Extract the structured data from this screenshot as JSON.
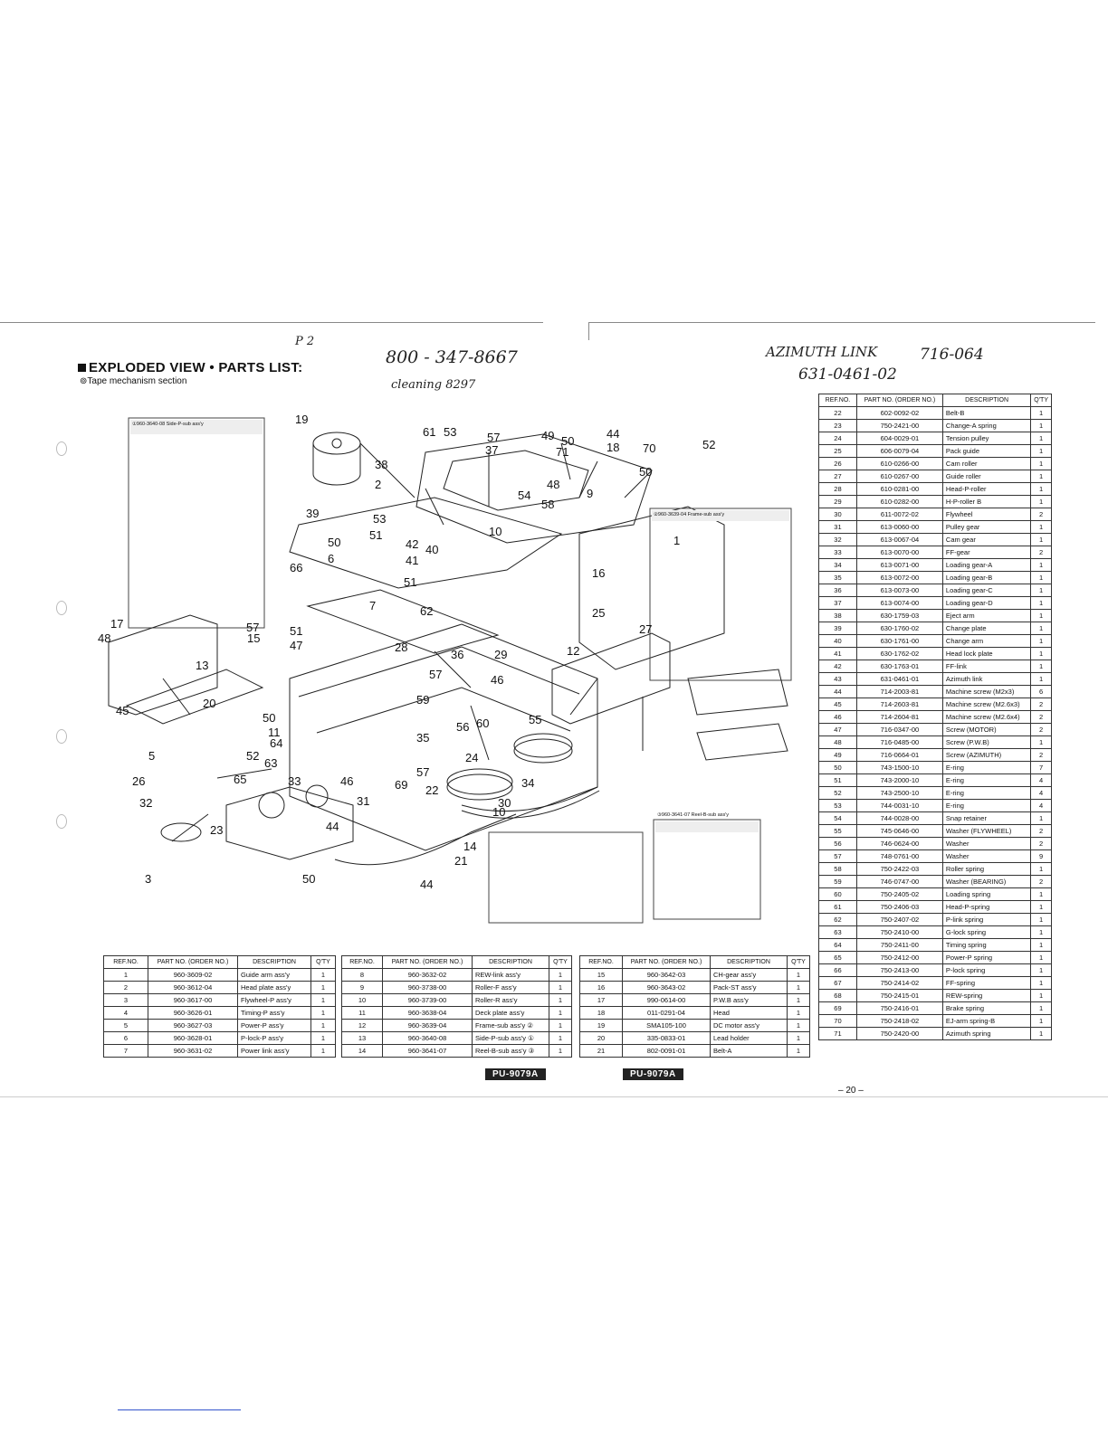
{
  "header": {
    "title": "EXPLODED VIEW • PARTS LIST:",
    "subtitle": "⊚Tape mechanism section"
  },
  "handwritten": {
    "note_p2": "P 2",
    "phone": "800 - 347-8667",
    "cleaning": "cleaning 8297",
    "azimuth_link": "AZIMUTH LINK",
    "azimuth_code": "716-064",
    "azimuth_part": "631-0461-02"
  },
  "table_headers": {
    "ref": "REF.NO.",
    "part": "PART NO. (ORDER NO.)",
    "desc": "DESCRIPTION",
    "qty": "Q'TY"
  },
  "table_a": [
    {
      "ref": "1",
      "part": "960-3609-02",
      "desc": "Guide arm ass'y",
      "qty": "1"
    },
    {
      "ref": "2",
      "part": "960-3612-04",
      "desc": "Head plate ass'y",
      "qty": "1"
    },
    {
      "ref": "3",
      "part": "960-3617-00",
      "desc": "Flywheel-P ass'y",
      "qty": "1"
    },
    {
      "ref": "4",
      "part": "960-3626-01",
      "desc": "Timing-P ass'y",
      "qty": "1"
    },
    {
      "ref": "5",
      "part": "960-3627-03",
      "desc": "Power-P ass'y",
      "qty": "1"
    },
    {
      "ref": "6",
      "part": "960-3628-01",
      "desc": "P-lock-P ass'y",
      "qty": "1"
    },
    {
      "ref": "7",
      "part": "960-3631-02",
      "desc": "Power link ass'y",
      "qty": "1"
    }
  ],
  "table_b": [
    {
      "ref": "8",
      "part": "960-3632-02",
      "desc": "REW-link ass'y",
      "qty": "1"
    },
    {
      "ref": "9",
      "part": "960-3738-00",
      "desc": "Roller-F ass'y",
      "qty": "1"
    },
    {
      "ref": "10",
      "part": "960-3739-00",
      "desc": "Roller-R ass'y",
      "qty": "1"
    },
    {
      "ref": "11",
      "part": "960-3638-04",
      "desc": "Deck plate ass'y",
      "qty": "1"
    },
    {
      "ref": "12",
      "part": "960-3639-04",
      "desc": "Frame-sub ass'y ②",
      "qty": "1"
    },
    {
      "ref": "13",
      "part": "960-3640-08",
      "desc": "Side-P-sub ass'y ①",
      "qty": "1"
    },
    {
      "ref": "14",
      "part": "960-3641-07",
      "desc": "Reel-B-sub ass'y ③",
      "qty": "1"
    }
  ],
  "table_c": [
    {
      "ref": "15",
      "part": "960-3642-03",
      "desc": "CH-gear ass'y",
      "qty": "1"
    },
    {
      "ref": "16",
      "part": "960-3643-02",
      "desc": "Pack-ST ass'y",
      "qty": "1"
    },
    {
      "ref": "17",
      "part": "990-0614-00",
      "desc": "P.W.B ass'y",
      "qty": "1"
    },
    {
      "ref": "18",
      "part": "011-0291-04",
      "desc": "Head",
      "qty": "1"
    },
    {
      "ref": "19",
      "part": "SMA105-100",
      "desc": "DC motor ass'y",
      "qty": "1"
    },
    {
      "ref": "20",
      "part": "335-0833-01",
      "desc": "Lead holder",
      "qty": "1"
    },
    {
      "ref": "21",
      "part": "802-0091-01",
      "desc": "Belt-A",
      "qty": "1"
    }
  ],
  "table_d": [
    {
      "ref": "22",
      "part": "602-0092-02",
      "desc": "Belt-B",
      "qty": "1"
    },
    {
      "ref": "23",
      "part": "750-2421-00",
      "desc": "Change-A spring",
      "qty": "1"
    },
    {
      "ref": "24",
      "part": "604-0029-01",
      "desc": "Tension pulley",
      "qty": "1"
    },
    {
      "ref": "25",
      "part": "606-0079-04",
      "desc": "Pack guide",
      "qty": "1"
    },
    {
      "ref": "26",
      "part": "610-0266-00",
      "desc": "Cam roller",
      "qty": "1"
    },
    {
      "ref": "27",
      "part": "610-0267-00",
      "desc": "Guide roller",
      "qty": "1"
    },
    {
      "ref": "28",
      "part": "610-0281-00",
      "desc": "Head-P-roller",
      "qty": "1"
    },
    {
      "ref": "29",
      "part": "610-0282-00",
      "desc": "H-P-roller B",
      "qty": "1"
    },
    {
      "ref": "30",
      "part": "611-0072-02",
      "desc": "Flywheel",
      "qty": "2"
    },
    {
      "ref": "31",
      "part": "613-0060-00",
      "desc": "Pulley gear",
      "qty": "1"
    },
    {
      "ref": "32",
      "part": "613-0067-04",
      "desc": "Cam gear",
      "qty": "1"
    },
    {
      "ref": "33",
      "part": "613-0070-00",
      "desc": "FF-gear",
      "qty": "2"
    },
    {
      "ref": "34",
      "part": "613-0071-00",
      "desc": "Loading gear-A",
      "qty": "1"
    },
    {
      "ref": "35",
      "part": "613-0072-00",
      "desc": "Loading gear-B",
      "qty": "1"
    },
    {
      "ref": "36",
      "part": "613-0073-00",
      "desc": "Loading gear-C",
      "qty": "1"
    },
    {
      "ref": "37",
      "part": "613-0074-00",
      "desc": "Loading gear-D",
      "qty": "1"
    },
    {
      "ref": "38",
      "part": "630-1759-03",
      "desc": "Eject arm",
      "qty": "1"
    },
    {
      "ref": "39",
      "part": "630-1760-02",
      "desc": "Change plate",
      "qty": "1"
    },
    {
      "ref": "40",
      "part": "630-1761-00",
      "desc": "Change arm",
      "qty": "1"
    },
    {
      "ref": "41",
      "part": "630-1762-02",
      "desc": "Head lock plate",
      "qty": "1"
    },
    {
      "ref": "42",
      "part": "630-1763-01",
      "desc": "FF-link",
      "qty": "1"
    },
    {
      "ref": "43",
      "part": "631-0461-01",
      "desc": "Azimuth link",
      "qty": "1"
    },
    {
      "ref": "44",
      "part": "714-2003-81",
      "desc": "Machine screw (M2x3)",
      "qty": "6"
    },
    {
      "ref": "45",
      "part": "714-2603-81",
      "desc": "Machine screw (M2.6x3)",
      "qty": "2"
    },
    {
      "ref": "46",
      "part": "714-2604-81",
      "desc": "Machine screw (M2.6x4)",
      "qty": "2"
    },
    {
      "ref": "47",
      "part": "716-0347-00",
      "desc": "Screw (MOTOR)",
      "qty": "2"
    },
    {
      "ref": "48",
      "part": "716-0485-00",
      "desc": "Screw (P.W.B)",
      "qty": "1"
    },
    {
      "ref": "49",
      "part": "716-0664-01",
      "desc": "Screw (AZIMUTH)",
      "qty": "2"
    },
    {
      "ref": "50",
      "part": "743-1500-10",
      "desc": "E-ring",
      "qty": "7"
    },
    {
      "ref": "51",
      "part": "743-2000-10",
      "desc": "E-ring",
      "qty": "4"
    },
    {
      "ref": "52",
      "part": "743-2500-10",
      "desc": "E-ring",
      "qty": "4"
    },
    {
      "ref": "53",
      "part": "744-0031-10",
      "desc": "E-ring",
      "qty": "4"
    },
    {
      "ref": "54",
      "part": "744-0028-00",
      "desc": "Snap retainer",
      "qty": "1"
    },
    {
      "ref": "55",
      "part": "745-0646-00",
      "desc": "Washer (FLYWHEEL)",
      "qty": "2"
    },
    {
      "ref": "56",
      "part": "746-0624-00",
      "desc": "Washer",
      "qty": "2"
    },
    {
      "ref": "57",
      "part": "748-0761-00",
      "desc": "Washer",
      "qty": "9"
    },
    {
      "ref": "58",
      "part": "750-2422-03",
      "desc": "Roller spring",
      "qty": "1"
    },
    {
      "ref": "59",
      "part": "746-0747-00",
      "desc": "Washer (BEARING)",
      "qty": "2"
    },
    {
      "ref": "60",
      "part": "750-2405-02",
      "desc": "Loading spring",
      "qty": "1"
    },
    {
      "ref": "61",
      "part": "750-2406-03",
      "desc": "Head-P-spring",
      "qty": "1"
    },
    {
      "ref": "62",
      "part": "750-2407-02",
      "desc": "P-link spring",
      "qty": "1"
    },
    {
      "ref": "63",
      "part": "750-2410-00",
      "desc": "G-lock spring",
      "qty": "1"
    },
    {
      "ref": "64",
      "part": "750-2411-00",
      "desc": "Timing spring",
      "qty": "1"
    },
    {
      "ref": "65",
      "part": "750-2412-00",
      "desc": "Power-P spring",
      "qty": "1"
    },
    {
      "ref": "66",
      "part": "750-2413-00",
      "desc": "P-lock spring",
      "qty": "1"
    },
    {
      "ref": "67",
      "part": "750-2414-02",
      "desc": "FF-spring",
      "qty": "1"
    },
    {
      "ref": "68",
      "part": "750-2415-01",
      "desc": "REW-spring",
      "qty": "1"
    },
    {
      "ref": "69",
      "part": "750-2416-01",
      "desc": "Brake spring",
      "qty": "1"
    },
    {
      "ref": "70",
      "part": "750-2418-02",
      "desc": "EJ-arm spring-B",
      "qty": "1"
    },
    {
      "ref": "71",
      "part": "750-2420-00",
      "desc": "Azimuth spring",
      "qty": "1"
    }
  ],
  "inset_titles": {
    "side_p": "①960-3640-08 Side-P-sub ass'y",
    "frame": "②960-3639-04 Frame-sub ass'y",
    "reel_b": "③960-3641-07 Reel-B-sub ass'y"
  },
  "diagram_labels": [
    "19",
    "61",
    "53",
    "57",
    "49",
    "50",
    "44",
    "18",
    "70",
    "52",
    "37",
    "71",
    "48",
    "9",
    "50",
    "38",
    "2",
    "54",
    "58",
    "10",
    "39",
    "53",
    "50",
    "51",
    "42",
    "40",
    "66",
    "6",
    "41",
    "51",
    "62",
    "7",
    "17",
    "48",
    "57",
    "15",
    "51",
    "47",
    "28",
    "57",
    "29",
    "36",
    "12",
    "13",
    "45",
    "20",
    "50",
    "11",
    "46",
    "60",
    "55",
    "5",
    "52",
    "64",
    "59",
    "56",
    "24",
    "26",
    "65",
    "33",
    "69",
    "46",
    "35",
    "57",
    "31",
    "32",
    "44",
    "22",
    "34",
    "30",
    "23",
    "14",
    "21",
    "3",
    "50",
    "44",
    "63",
    "1",
    "25",
    "16",
    "27",
    "10"
  ],
  "footer": {
    "model_left": "PU-9079A",
    "model_right": "PU-9079A",
    "page": "– 20 –"
  },
  "colors": {
    "ink": "#222222",
    "badge": "#222222"
  }
}
